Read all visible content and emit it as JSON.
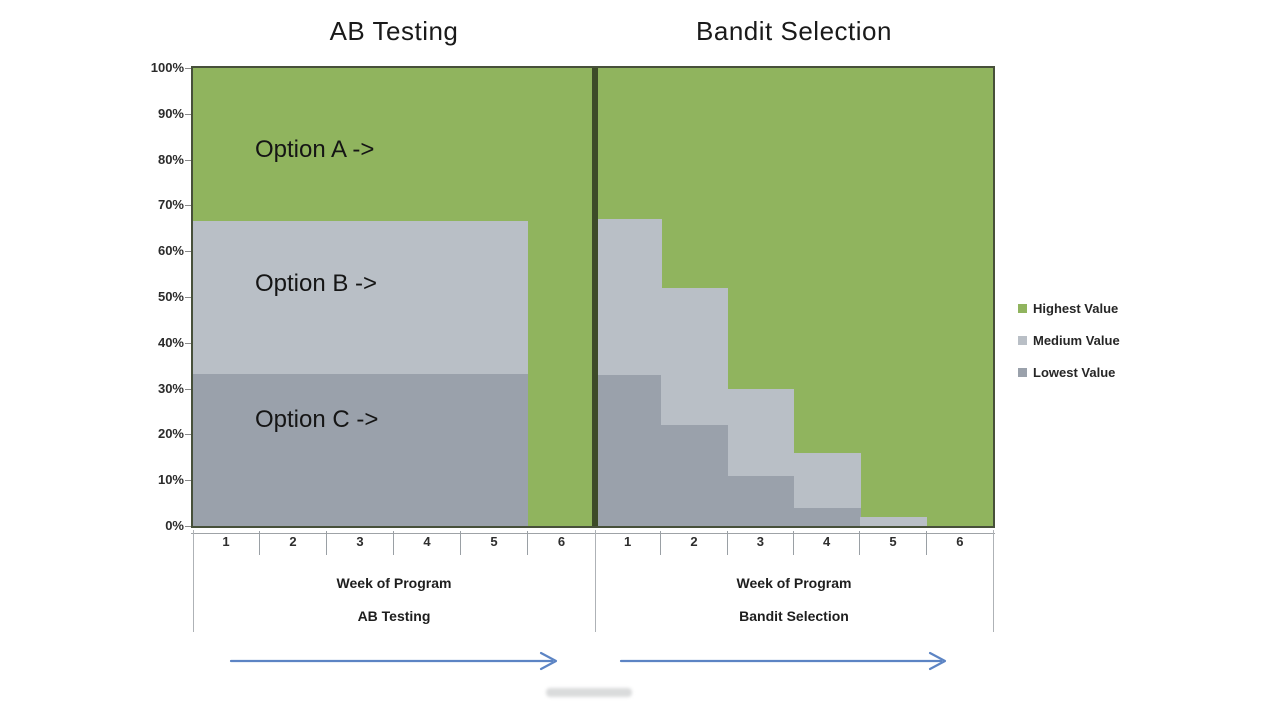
{
  "chart_data": {
    "type": "area",
    "subtype": "100-percent-stacked-step-area, two panels",
    "categories": [
      "1",
      "2",
      "3",
      "4",
      "5",
      "6"
    ],
    "ylim": [
      0,
      100
    ],
    "y_ticks": [
      "100%",
      "90%",
      "80%",
      "70%",
      "60%",
      "50%",
      "40%",
      "30%",
      "20%",
      "10%",
      "0%"
    ],
    "legend_position": "right",
    "legend": [
      {
        "label": "Highest Value",
        "color": "#90b45e"
      },
      {
        "label": "Medium Value",
        "color": "#b9bfc6"
      },
      {
        "label": "Lowest Value",
        "color": "#9aa1ab"
      }
    ],
    "panels": [
      {
        "id": "ab-testing",
        "title": "AB Testing",
        "x_axis_label": "Week of Program",
        "group_label": "AB Testing",
        "x_ticks": [
          "1",
          "2",
          "3",
          "4",
          "5",
          "6"
        ],
        "series": [
          {
            "name": "Lowest Value",
            "values": [
              33.3,
              33.3,
              33.3,
              33.3,
              33.3,
              0
            ]
          },
          {
            "name": "Medium Value",
            "values": [
              33.4,
              33.4,
              33.4,
              33.4,
              33.4,
              0
            ]
          },
          {
            "name": "Highest Value",
            "values": [
              33.3,
              33.3,
              33.3,
              33.3,
              33.3,
              100
            ]
          }
        ],
        "annotations": [
          {
            "text": "Option A ->"
          },
          {
            "text": "Option B ->"
          },
          {
            "text": "Option C ->"
          }
        ]
      },
      {
        "id": "bandit-selection",
        "title": "Bandit Selection",
        "x_axis_label": "Week of Program",
        "group_label": "Bandit Selection",
        "x_ticks": [
          "1",
          "2",
          "3",
          "4",
          "5",
          "6"
        ],
        "series": [
          {
            "name": "Lowest Value",
            "values": [
              33,
              22,
              11,
              4,
              0,
              0
            ]
          },
          {
            "name": "Medium Value",
            "values": [
              34,
              30,
              19,
              12,
              2,
              0
            ]
          },
          {
            "name": "Highest Value",
            "values": [
              33,
              48,
              70,
              84,
              98,
              100
            ]
          }
        ],
        "annotations": []
      }
    ]
  },
  "colors": {
    "highest": "#90b45e",
    "medium": "#b9bfc6",
    "lowest": "#9aa1ab",
    "plot_border": "#47503a",
    "panel_divider": "#3d4b28",
    "arrow_blue": "#5c84c4"
  }
}
